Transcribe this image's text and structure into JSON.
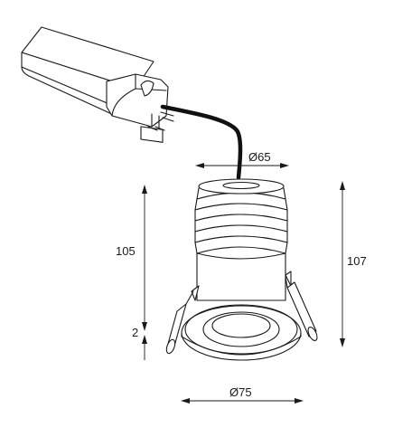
{
  "dimensions": {
    "top_diameter": "Ø65",
    "body_height": "105",
    "total_height": "107",
    "bezel_thickness": "2",
    "bezel_diameter": "Ø75"
  },
  "colors": {
    "line": "#1a1a1a",
    "background": "#ffffff",
    "driver_shade": "#f2f2f2",
    "cable": "#111111"
  },
  "icons": [
    "led-driver-box-drawing",
    "recessed-downlight-drawing",
    "power-cable-drawing"
  ]
}
